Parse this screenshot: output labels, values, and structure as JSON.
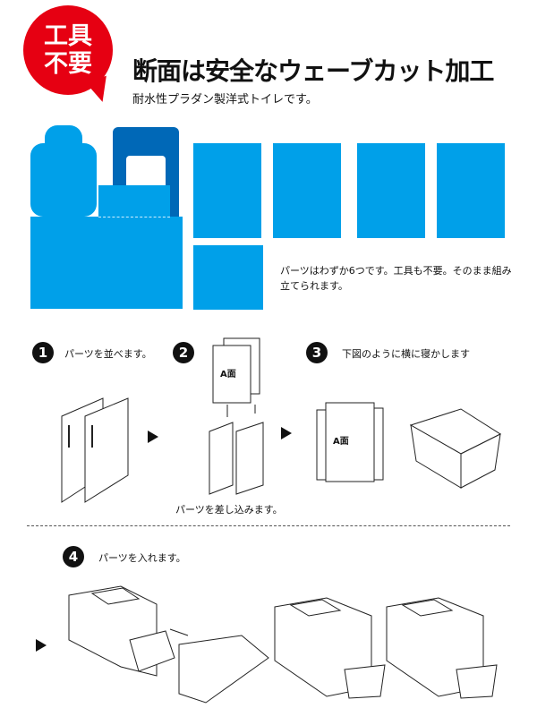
{
  "badge": {
    "line1": "工具",
    "line2": "不要"
  },
  "header": {
    "title": "断面は安全なウェーブカット加工",
    "subtitle": "耐水性プラダン製洋式トイレです。"
  },
  "colors": {
    "red": "#e60012",
    "blue": "#00a0e9",
    "dark_blue": "#0068b7"
  },
  "parts_description": {
    "line1": "パーツはわずか6つです。工具も不要。そのまま組み",
    "line2": "立てられます。"
  },
  "steps": [
    {
      "number": "1",
      "label": "パーツを並べます。"
    },
    {
      "number": "2",
      "label": "パーツを差し込みます。",
      "panel_label": "A面"
    },
    {
      "number": "3",
      "label": "下図のように横に寝かします",
      "panel_label": "A面"
    },
    {
      "number": "4",
      "label": "パーツを入れます。"
    }
  ]
}
